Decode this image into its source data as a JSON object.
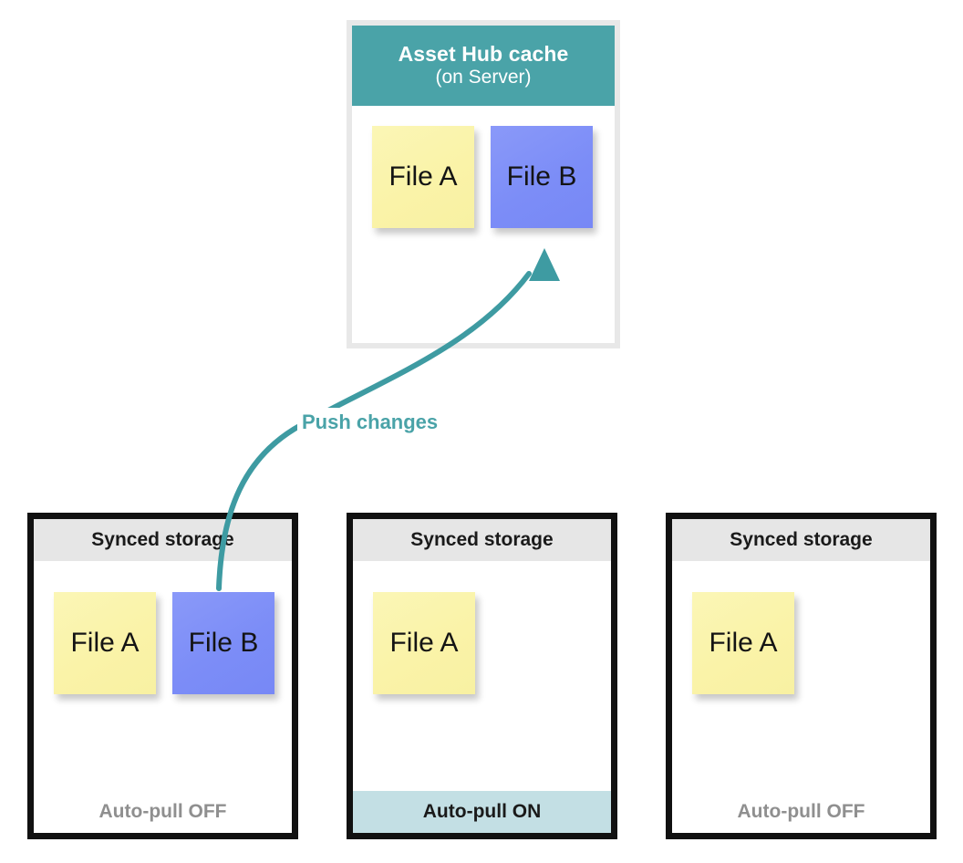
{
  "diagram": {
    "title_semantic": "asset-hub-sync-diagram",
    "colors": {
      "teal": "#4aa3a8",
      "teal_light": "#c3dfe4",
      "note_yellow": "#faf3a8",
      "note_blue": "#7c8df7",
      "header_gray": "#e6e6e6",
      "frame_gray": "#e8e8e8",
      "border_black": "#111111",
      "text_gray": "#8f8f8f"
    }
  },
  "hub": {
    "title": "Asset Hub cache",
    "subtitle": "(on Server)",
    "notes": [
      {
        "label": "File A",
        "color": "yellow"
      },
      {
        "label": "File B",
        "color": "blue"
      }
    ]
  },
  "arrow": {
    "label": "Push changes",
    "direction": "up",
    "from": "storage-1-file-b",
    "to": "hub-file-b",
    "icon": "curved-arrow-icon"
  },
  "storages": [
    {
      "header": "Synced storage",
      "notes": [
        {
          "label": "File A",
          "color": "yellow"
        },
        {
          "label": "File B",
          "color": "blue"
        }
      ],
      "footer": "Auto-pull OFF",
      "autopull": "OFF"
    },
    {
      "header": "Synced storage",
      "notes": [
        {
          "label": "File A",
          "color": "yellow"
        }
      ],
      "footer": "Auto-pull ON",
      "autopull": "ON"
    },
    {
      "header": "Synced storage",
      "notes": [
        {
          "label": "File A",
          "color": "yellow"
        }
      ],
      "footer": "Auto-pull OFF",
      "autopull": "OFF"
    }
  ]
}
